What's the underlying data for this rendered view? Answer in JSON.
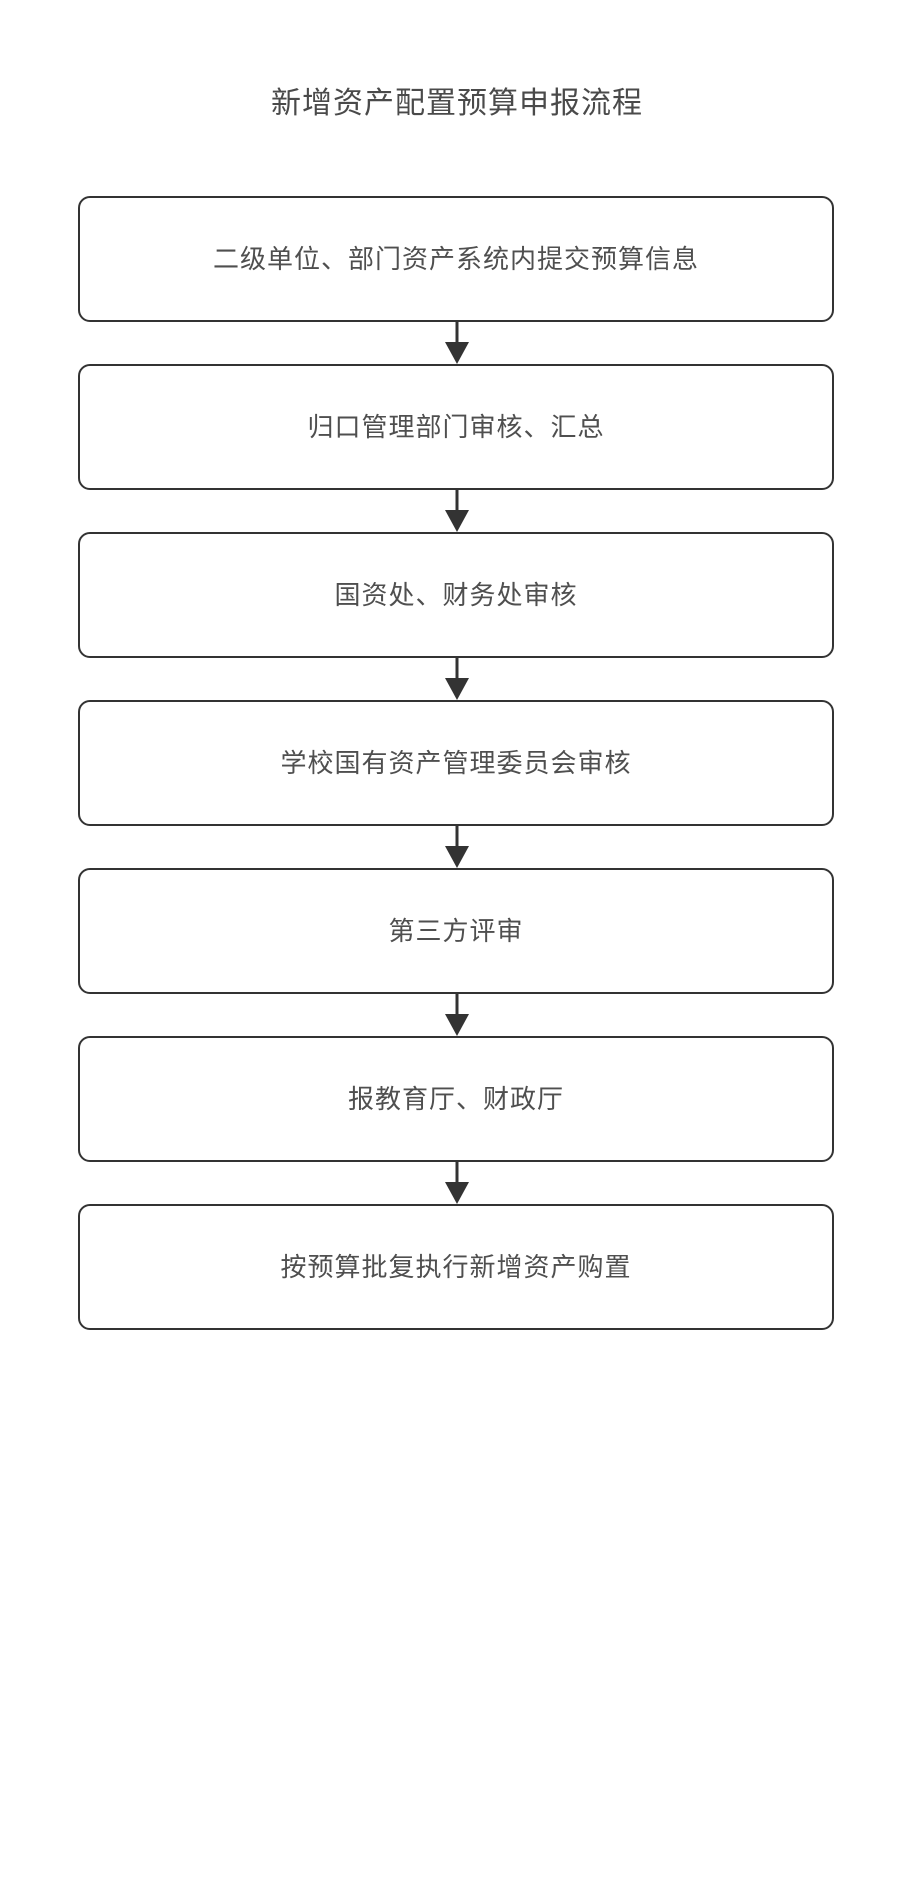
{
  "chart_data": {
    "type": "diagram",
    "diagram_type": "flowchart",
    "orientation": "top-to-bottom",
    "title": "新增资产配置预算申报流程",
    "node_count": 7,
    "edge_count": 6,
    "nodes": [
      {
        "id": "n1",
        "label": "二级单位、部门资产系统内提交预算信息",
        "shape": "rounded-rectangle"
      },
      {
        "id": "n2",
        "label": "归口管理部门审核、汇总",
        "shape": "rounded-rectangle"
      },
      {
        "id": "n3",
        "label": "国资处、财务处审核",
        "shape": "rounded-rectangle"
      },
      {
        "id": "n4",
        "label": "学校国有资产管理委员会审核",
        "shape": "rounded-rectangle"
      },
      {
        "id": "n5",
        "label": "第三方评审",
        "shape": "rounded-rectangle"
      },
      {
        "id": "n6",
        "label": "报教育厅、财政厅",
        "shape": "rounded-rectangle"
      },
      {
        "id": "n7",
        "label": "按预算批复执行新增资产购置",
        "shape": "rounded-rectangle"
      }
    ],
    "edges": [
      {
        "from": "n1",
        "to": "n2",
        "label": "",
        "arrow": "down"
      },
      {
        "from": "n2",
        "to": "n3",
        "label": "",
        "arrow": "down"
      },
      {
        "from": "n3",
        "to": "n4",
        "label": "",
        "arrow": "down"
      },
      {
        "from": "n4",
        "to": "n5",
        "label": "",
        "arrow": "down"
      },
      {
        "from": "n5",
        "to": "n6",
        "label": "",
        "arrow": "down"
      },
      {
        "from": "n6",
        "to": "n7",
        "label": "",
        "arrow": "down"
      }
    ],
    "colors": {
      "background": "#ffffff",
      "node_border": "#333333",
      "node_fill": "#ffffff",
      "node_text": "#4f4f4f",
      "title_text": "#4a4a4a",
      "edge": "#333333"
    }
  }
}
